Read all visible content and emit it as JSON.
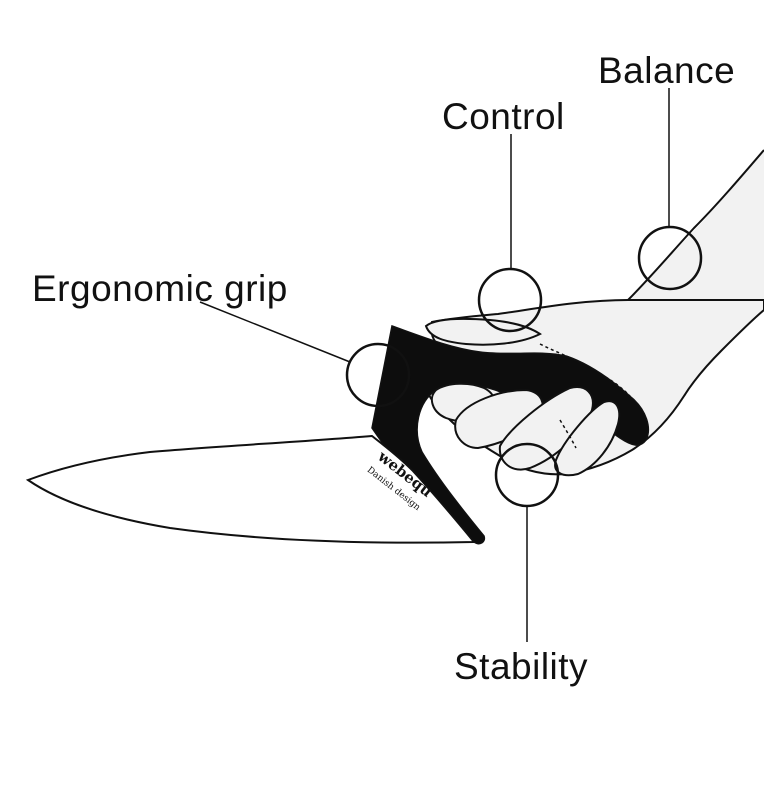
{
  "labels": {
    "balance": "Balance",
    "control": "Control",
    "ergonomic_grip": "Ergonomic grip",
    "stability": "Stability"
  },
  "knife": {
    "brand": "webequ",
    "tagline": "Danish design"
  },
  "colors": {
    "ink": "#111111",
    "handle": "#0d0d0d",
    "hand_fill": "#f2f2f2",
    "background": "#ffffff"
  }
}
